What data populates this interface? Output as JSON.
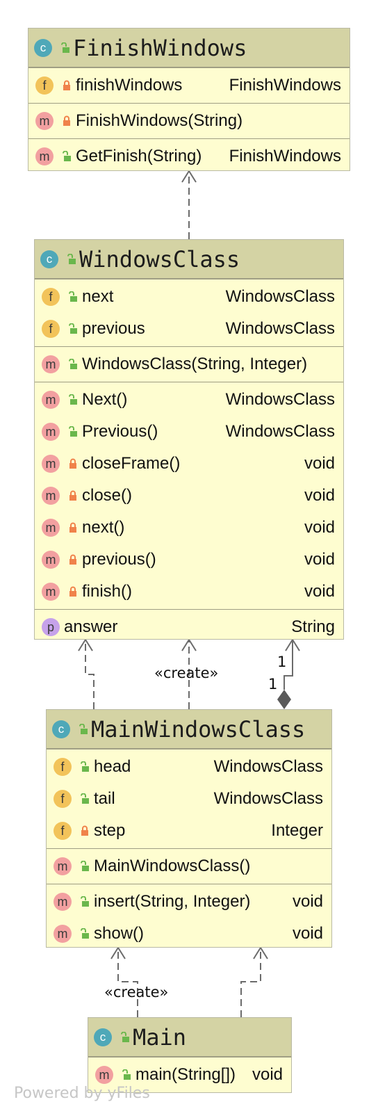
{
  "classes": {
    "finish": {
      "title": "FinishWindows",
      "fields": [
        {
          "name": "finishWindows",
          "type": "FinishWindows"
        }
      ],
      "ctors": [
        {
          "name": "FinishWindows(String)",
          "type": ""
        }
      ],
      "methods": [
        {
          "name": "GetFinish(String)",
          "type": "FinishWindows"
        }
      ]
    },
    "windows": {
      "title": "WindowsClass",
      "fields": [
        {
          "name": "next",
          "type": "WindowsClass"
        },
        {
          "name": "previous",
          "type": "WindowsClass"
        }
      ],
      "ctors": [
        {
          "name": "WindowsClass(String, Integer)",
          "type": ""
        }
      ],
      "methods": [
        {
          "name": "Next()",
          "type": "WindowsClass"
        },
        {
          "name": "Previous()",
          "type": "WindowsClass"
        },
        {
          "name": "closeFrame()",
          "type": "void"
        },
        {
          "name": "close()",
          "type": "void"
        },
        {
          "name": "next()",
          "type": "void"
        },
        {
          "name": "previous()",
          "type": "void"
        },
        {
          "name": "finish()",
          "type": "void"
        }
      ],
      "props": [
        {
          "name": "answer",
          "type": "String"
        }
      ]
    },
    "mainwin": {
      "title": "MainWindowsClass",
      "fields": [
        {
          "name": "head",
          "type": "WindowsClass"
        },
        {
          "name": "tail",
          "type": "WindowsClass"
        },
        {
          "name": "step",
          "type": "Integer"
        }
      ],
      "ctors": [
        {
          "name": "MainWindowsClass()",
          "type": ""
        }
      ],
      "methods": [
        {
          "name": "insert(String, Integer)",
          "type": "void"
        },
        {
          "name": "show()",
          "type": "void"
        }
      ]
    },
    "main": {
      "title": "Main",
      "methods": [
        {
          "name": "main(String[])",
          "type": "void"
        }
      ]
    }
  },
  "badges": {
    "class": "c",
    "field": "f",
    "method": "m",
    "property": "p"
  },
  "edge_labels": {
    "create": "«create»",
    "mult_1": "1"
  },
  "footer": "Powered by yFiles",
  "colors": {
    "class_fill": "#fefdd0",
    "header_fill": "#d4d3a4",
    "public": "#6ab74c",
    "private": "#f0824a",
    "badge_class": "#4fa8b8",
    "badge_field": "#f2c35a",
    "badge_method": "#f2a0a0",
    "badge_property": "#c6a2ea",
    "edge": "#6b6b6b"
  },
  "icons": {
    "public": "open-padlock-icon",
    "private": "padlock-icon"
  }
}
